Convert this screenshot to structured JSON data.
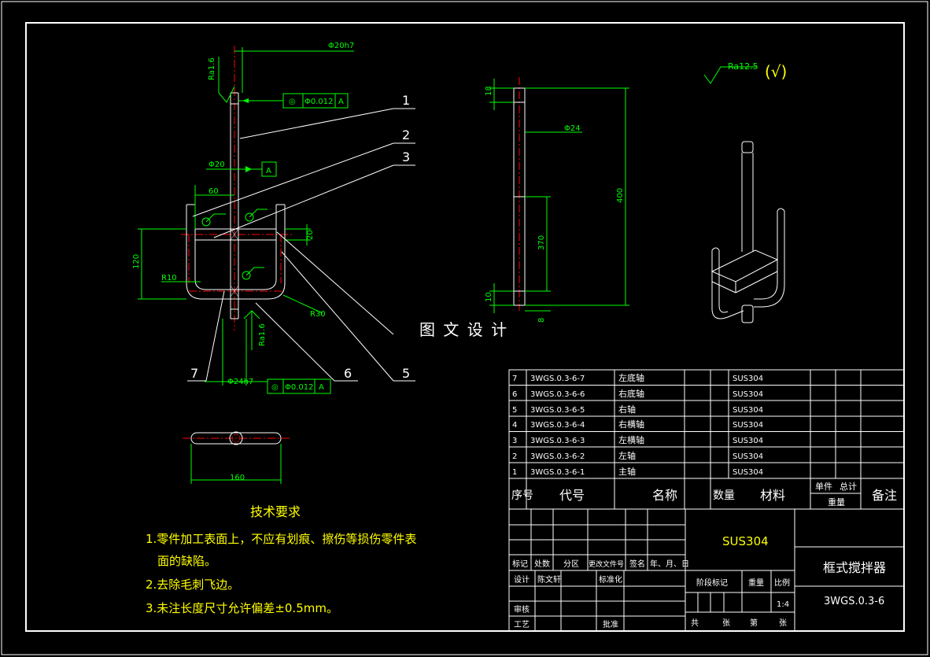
{
  "main_view": {
    "dim_shaft_top": "Φ20h7",
    "dim_ra_top": "Ra1.6",
    "tol_top": "Φ0.012",
    "tol_top_ref": "A",
    "dim_phi20": "Φ20",
    "datum_a": "A",
    "dim_60": "60",
    "dim_120": "120",
    "dim_20": "20",
    "dim_r10": "R10",
    "dim_r30": "R30",
    "dim_ra_bottom": "Ra1.6",
    "dim_shaft_bottom": "Φ24h7",
    "tol_bottom": "Φ0.012",
    "tol_bottom_ref": "A",
    "balloons": [
      "1",
      "2",
      "3",
      "7",
      "6",
      "5"
    ]
  },
  "side_view": {
    "dim_18": "18",
    "dim_phi24": "Φ24",
    "dim_400": "400",
    "dim_370": "370",
    "dim_10": "10",
    "dim_8": "8"
  },
  "top_view": {
    "dim_160": "160"
  },
  "roughness": {
    "value": "Ra12.5",
    "mark": "(√)"
  },
  "watermark": "图 文 设 计",
  "tech_requirements": {
    "title": "技术要求",
    "items": [
      "1.零件加工表面上，不应有划痕、擦伤等损伤零件表",
      "面的缺陷。",
      "2.去除毛刺飞边。",
      "3.未注长度尺寸允许偏差±0.5mm。"
    ]
  },
  "bom": {
    "rows": [
      {
        "no": "7",
        "code": "3WGS.0.3-6-7",
        "name": "左底轴",
        "material": "SUS304"
      },
      {
        "no": "6",
        "code": "3WGS.0.3-6-6",
        "name": "右底轴",
        "material": "SUS304"
      },
      {
        "no": "5",
        "code": "3WGS.0.3-6-5",
        "name": "右轴",
        "material": "SUS304"
      },
      {
        "no": "4",
        "code": "3WGS.0.3-6-4",
        "name": "右横轴",
        "material": "SUS304"
      },
      {
        "no": "3",
        "code": "3WGS.0.3-6-3",
        "name": "左横轴",
        "material": "SUS304"
      },
      {
        "no": "2",
        "code": "3WGS.0.3-6-2",
        "name": "左轴",
        "material": "SUS304"
      },
      {
        "no": "1",
        "code": "3WGS.0.3-6-1",
        "name": "主轴",
        "material": "SUS304"
      }
    ],
    "headers": {
      "no": "序号",
      "code": "代号",
      "name": "名称",
      "qty": "数量",
      "material": "材料",
      "single": "单件",
      "total": "总计",
      "weight": "重量",
      "remark": "备注"
    }
  },
  "title_block": {
    "material": "SUS304",
    "part_name": "框式搅拌器",
    "drawing_no": "3WGS.0.3-6",
    "mark": "标记",
    "count": "处数",
    "zone": "分区",
    "change_doc": "更改文件号",
    "sign": "签名",
    "date": "年、月、日",
    "design": "设计",
    "designer": "陈文轩",
    "standard": "标准化",
    "stage": "阶段标记",
    "weight": "重量",
    "scale": "比例",
    "scale_value": "1:4",
    "check": "审核",
    "process": "工艺",
    "approve": "批准",
    "total": "共",
    "sheets": "张",
    "page": "第",
    "sheet": "张"
  }
}
